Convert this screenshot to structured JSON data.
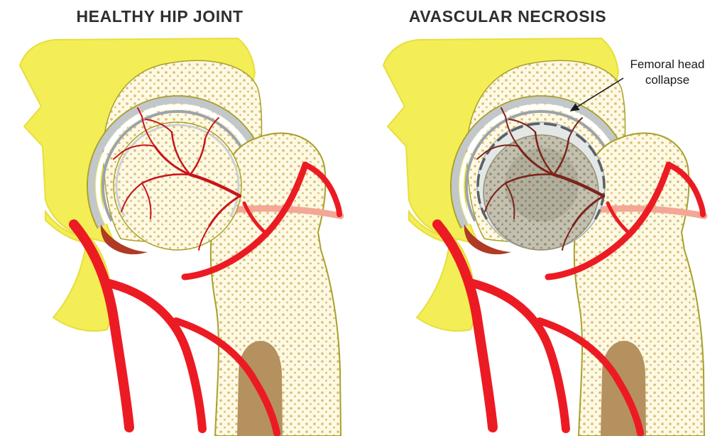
{
  "figure": {
    "type": "medical-illustration",
    "subject": "hip joint comparison",
    "panels": [
      {
        "id": "healthy",
        "title": "HEALTHY HIP JOINT"
      },
      {
        "id": "avascular-necrosis",
        "title": "AVASCULAR NECROSIS",
        "annotation": {
          "line1": "Femoral head",
          "line2": "collapse"
        }
      }
    ],
    "colors": {
      "background": "#ffffff",
      "title_ink": "#2f2f2f",
      "annotation_ink": "#1a1a1a",
      "pelvis_yellow": "#f3ee55",
      "pelvis_shadow": "#e6de3e",
      "bone_fill": "#fdf9e4",
      "bone_dot": "#d8bd72",
      "bone_outline": "#a8a02a",
      "cartilage": "#c2c7cc",
      "cartilage_dark": "#9ba3aa",
      "artery_red": "#ec1b23",
      "artery_deep": "#c9151b",
      "vein_salmon": "#f4a794",
      "labrum_red": "#b03a24",
      "marrow_brown": "#b5915f",
      "necrotic_fill": "#d3d0c2",
      "necrotic_dot": "#a59062",
      "necrotic_vessel": "#7b241b",
      "collapse_gray": "#5a6066"
    }
  }
}
